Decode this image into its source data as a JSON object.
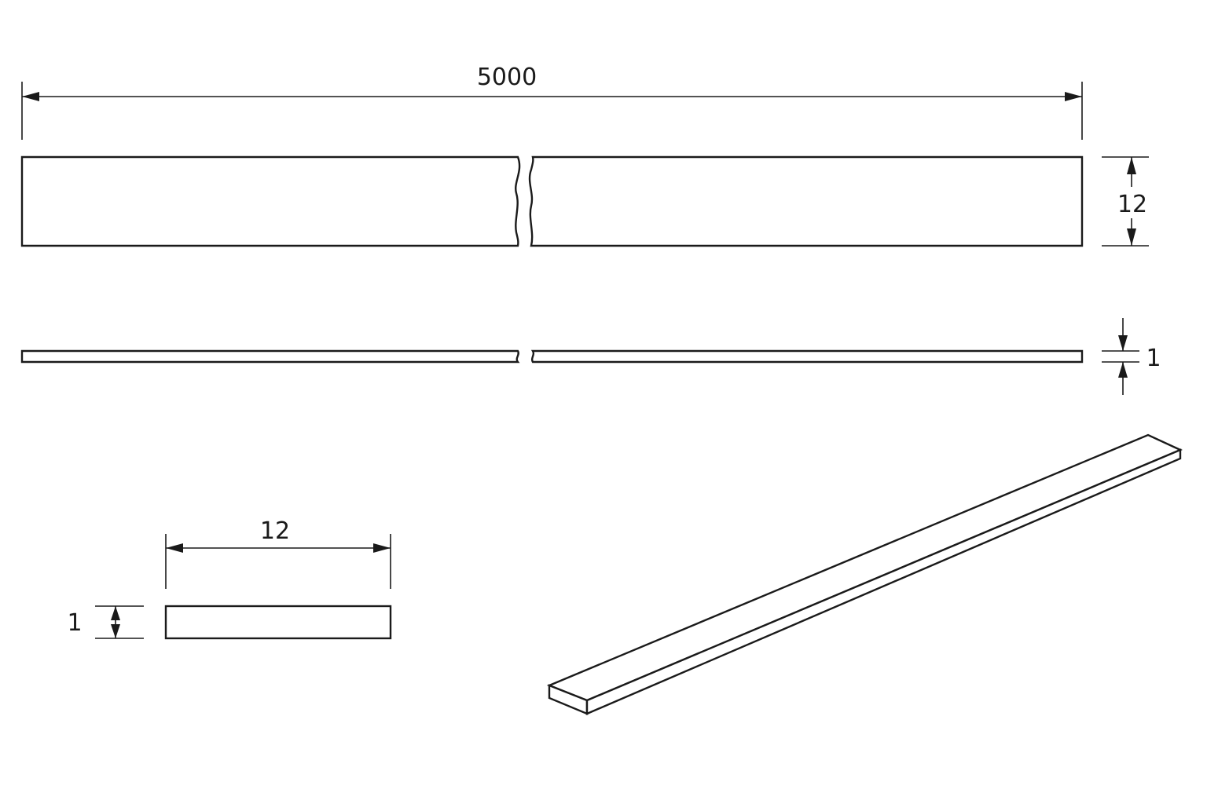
{
  "dimensions": {
    "length": "5000",
    "width_front": "12",
    "thickness_side": "1",
    "width_section": "12",
    "thickness_section": "1"
  },
  "views": [
    "front-view",
    "side-view",
    "cross-section",
    "isometric-view"
  ],
  "colors": {
    "line": "#1a1a1a",
    "background": "#ffffff"
  }
}
